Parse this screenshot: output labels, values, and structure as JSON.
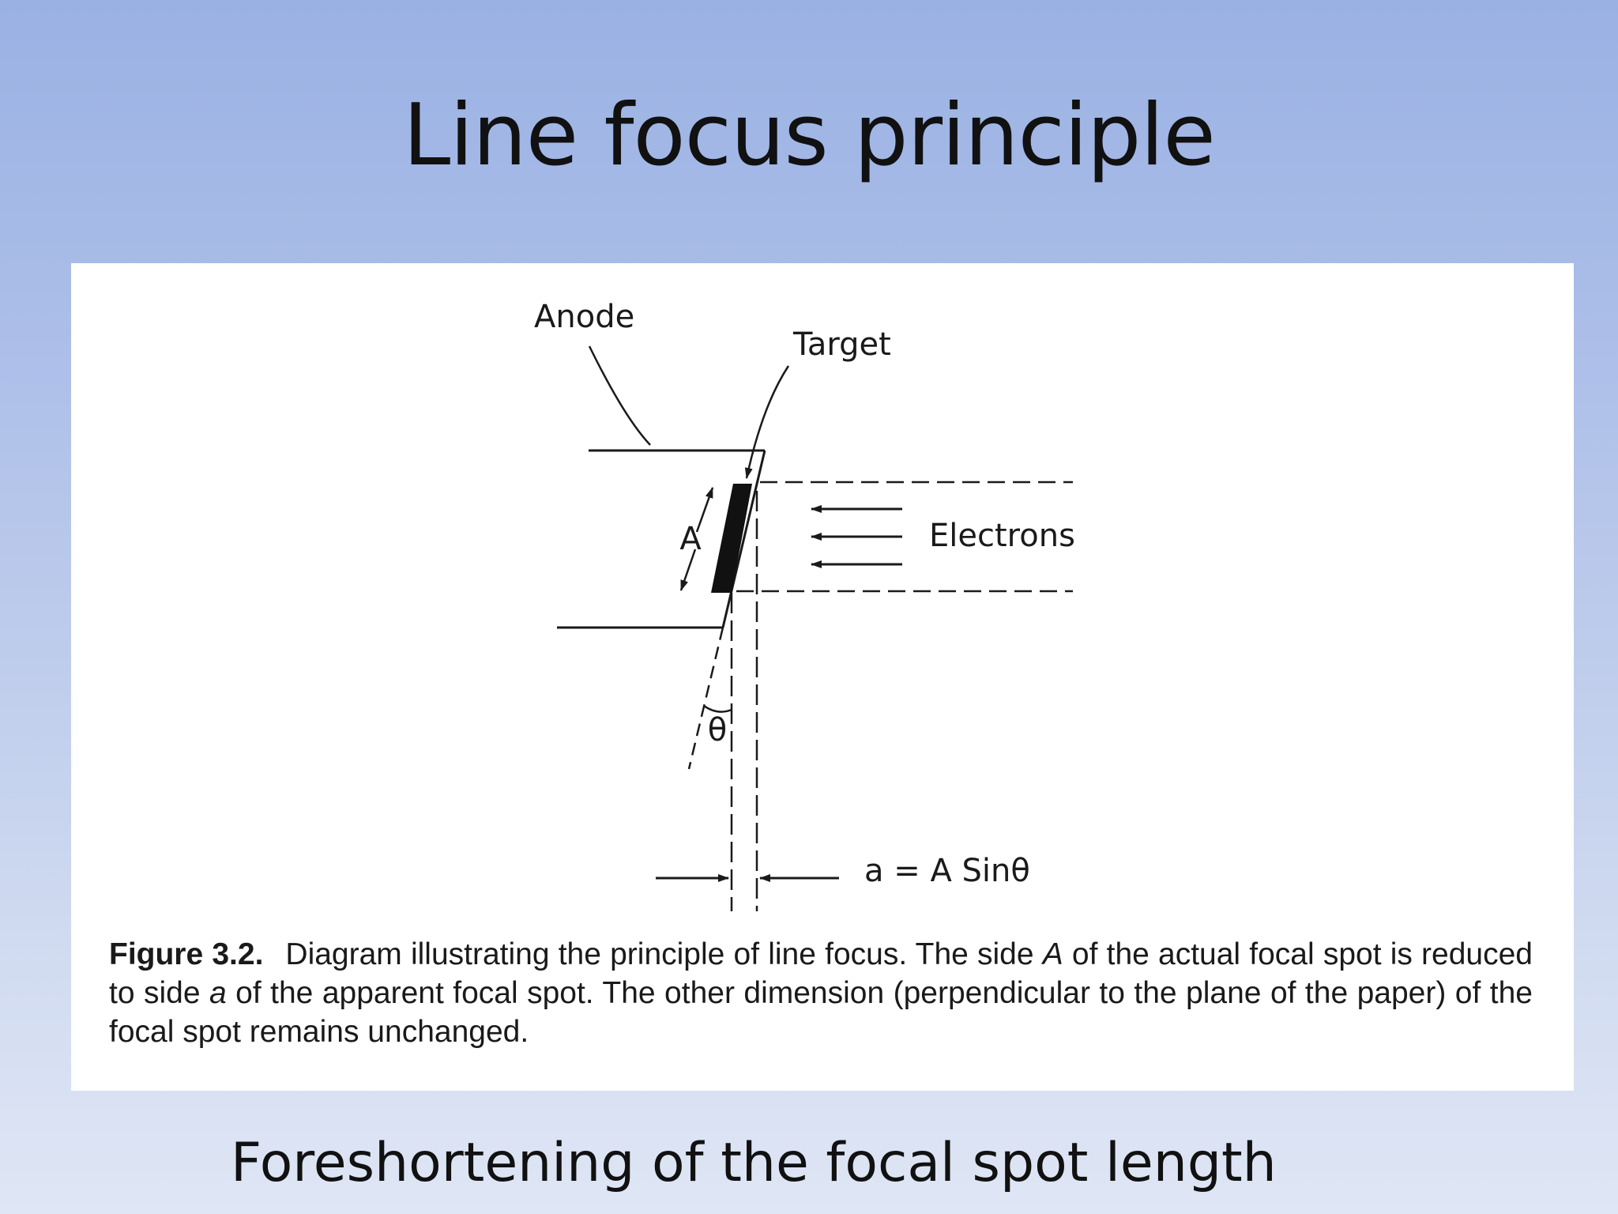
{
  "slide": {
    "title": "Line focus principle",
    "subtitle": "Foreshortening of the focal spot length"
  },
  "figure": {
    "labels": {
      "anode": "Anode",
      "target": "Target",
      "electrons": "Electrons",
      "side_A": "A",
      "theta": "θ",
      "formula": "a = A Sinθ"
    },
    "caption": {
      "label": "Figure 3.2.",
      "part1": "Diagram illustrating the principle of line focus. The side ",
      "italic1": "A",
      "part2": " of the actual focal spot is reduced to side ",
      "italic2": "a",
      "part3": " of the apparent focal spot. The other dimension (perpendicular to the plane of the paper) of the focal spot remains unchanged."
    }
  }
}
